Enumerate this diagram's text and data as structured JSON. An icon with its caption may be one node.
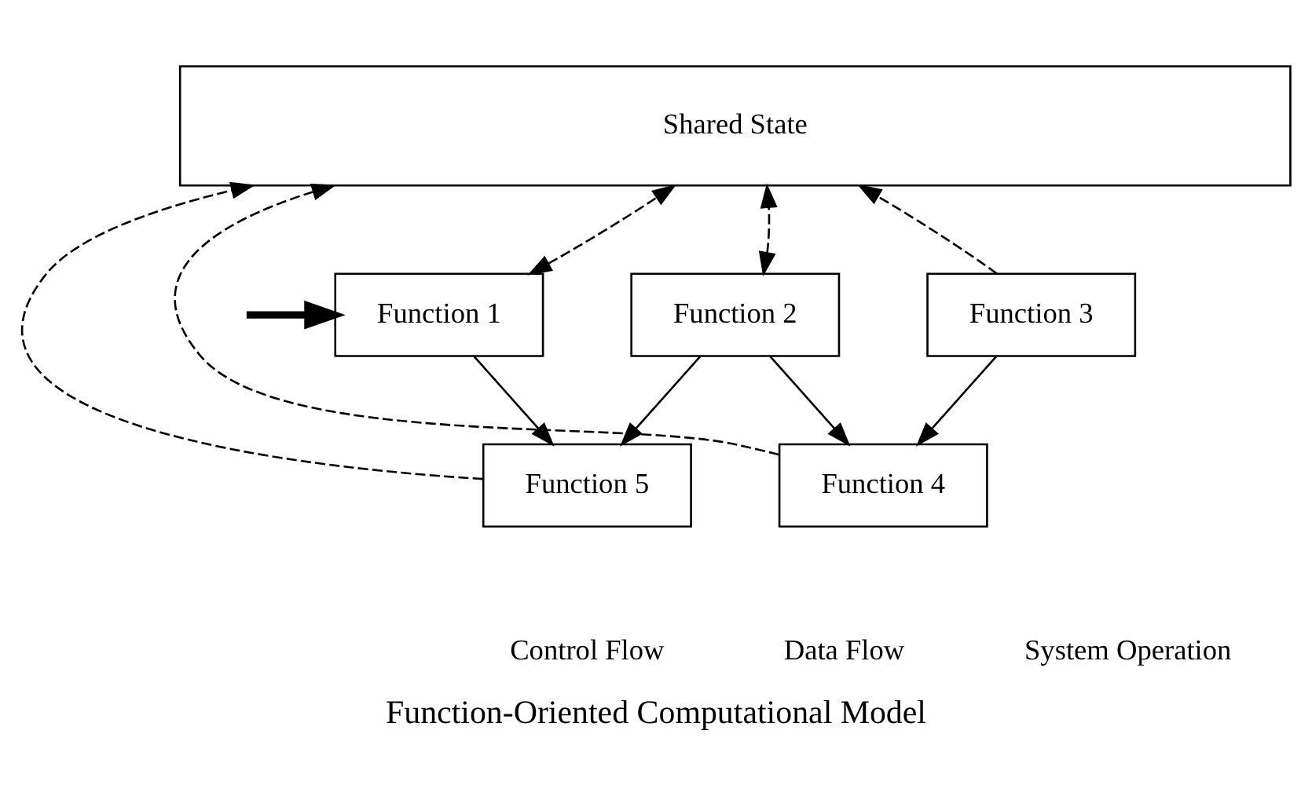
{
  "diagram": {
    "caption": "Function-Oriented Computational Model",
    "nodes": [
      {
        "text": [
          "Shared State"
        ]
      },
      {
        "text": [
          "Function 1"
        ]
      },
      {
        "text": [
          "Function 2"
        ]
      },
      {
        "text": [
          "Function 3"
        ]
      },
      {
        "text": [
          "Function 5"
        ]
      },
      {
        "text": [
          "Function 4"
        ]
      }
    ],
    "edges": [
      {
        "from": null,
        "to": 1,
        "arrow": "to",
        "style": "thick"
      },
      {
        "from": 1,
        "to": 0,
        "arrow": "both",
        "style": "dashed"
      },
      {
        "from": 4,
        "to": 0,
        "arrow": "to",
        "style": "dashed"
      },
      {
        "from": 2,
        "to": 0,
        "arrow": "both",
        "style": "dashed"
      },
      {
        "from": 5,
        "to": 0,
        "arrow": "to",
        "style": "dashed"
      },
      {
        "from": 3,
        "to": 0,
        "arrow": "to",
        "style": "dashed"
      },
      {
        "from": 1,
        "to": 4,
        "arrow": "to"
      },
      {
        "from": 2,
        "to": 4,
        "arrow": "to"
      },
      {
        "from": 2,
        "to": 5,
        "arrow": "to"
      },
      {
        "from": 3,
        "to": 5,
        "arrow": "to"
      }
    ],
    "legend": [
      {
        "text": "Control Flow"
      },
      {
        "text": "Data Flow"
      },
      {
        "text": "System Operation"
      }
    ]
  }
}
